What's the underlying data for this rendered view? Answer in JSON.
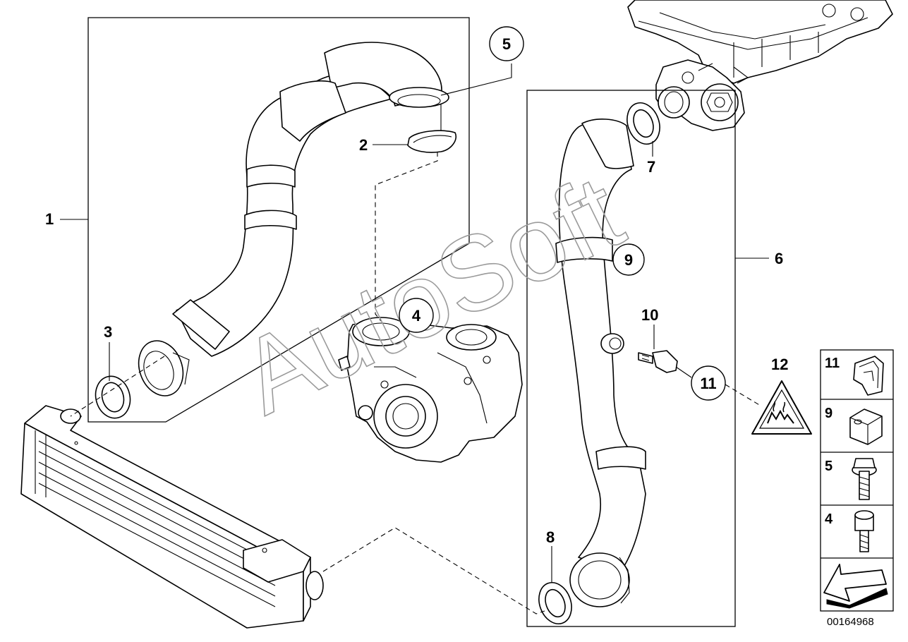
{
  "diagram": {
    "document_number": "00164968",
    "watermark": "AutoSoft",
    "callouts": {
      "c1": "1",
      "c2": "2",
      "c3": "3",
      "c4": "4",
      "c5": "5",
      "c6": "6",
      "c7": "7",
      "c8": "8",
      "c9": "9",
      "c10": "10",
      "c11": "11",
      "c12": "12"
    },
    "legend": [
      {
        "number": "11",
        "icon": "clip-icon"
      },
      {
        "number": "9",
        "icon": "spring-nut-icon"
      },
      {
        "number": "5",
        "icon": "hex-flange-bolt-icon"
      },
      {
        "number": "4",
        "icon": "socket-head-screw-icon"
      }
    ],
    "warning_icon": "hot-surface-warning-icon",
    "arrow_icon": "direction-arrow-icon"
  }
}
